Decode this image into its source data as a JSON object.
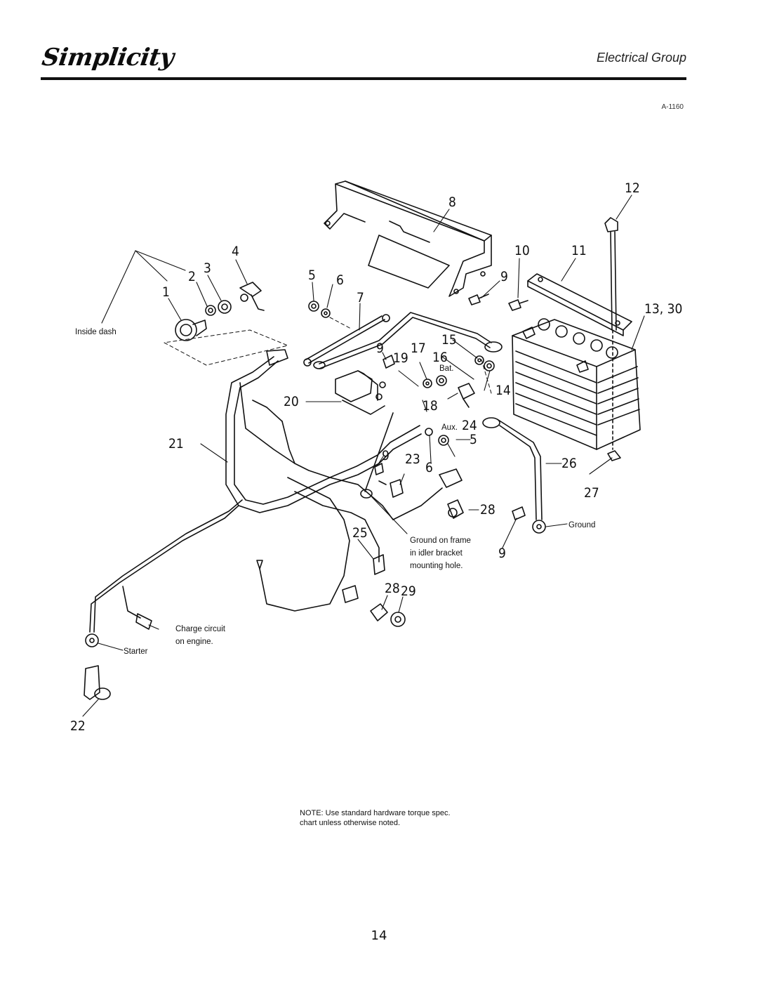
{
  "header": {
    "brand": "Simplicity",
    "section_title": "Electrical Group",
    "figure_code": "A-1160"
  },
  "callouts": {
    "c1": "1",
    "c2": "2",
    "c3": "3",
    "c4": "4",
    "c5a": "5",
    "c5b": "5",
    "c6a": "6",
    "c6b": "6",
    "c7": "7",
    "c8": "8",
    "c9a": "9",
    "c9b": "9",
    "c9c": "9",
    "c9d": "9",
    "c10": "10",
    "c11": "11",
    "c12": "12",
    "c13_30": "13, 30",
    "c14": "14",
    "c15": "15",
    "c16": "16",
    "c17": "17",
    "c18": "18",
    "c19": "19",
    "c20": "20",
    "c21": "21",
    "c22": "22",
    "c23": "23",
    "c24": "24",
    "c25": "25",
    "c26": "26",
    "c27": "27",
    "c28a": "28",
    "c28b": "28",
    "c29": "29"
  },
  "labels": {
    "inside_dash": "Inside dash",
    "bat": "Bat.",
    "aux": "Aux.",
    "ground": "Ground",
    "ground_frame_1": "Ground on frame",
    "ground_frame_2": "in idler bracket",
    "ground_frame_3": "mounting hole.",
    "charge_1": "Charge circuit",
    "charge_2": "on engine.",
    "starter": "Starter"
  },
  "note": "NOTE: Use standard hardware torque spec. chart unless otherwise noted.",
  "page_number": "14"
}
